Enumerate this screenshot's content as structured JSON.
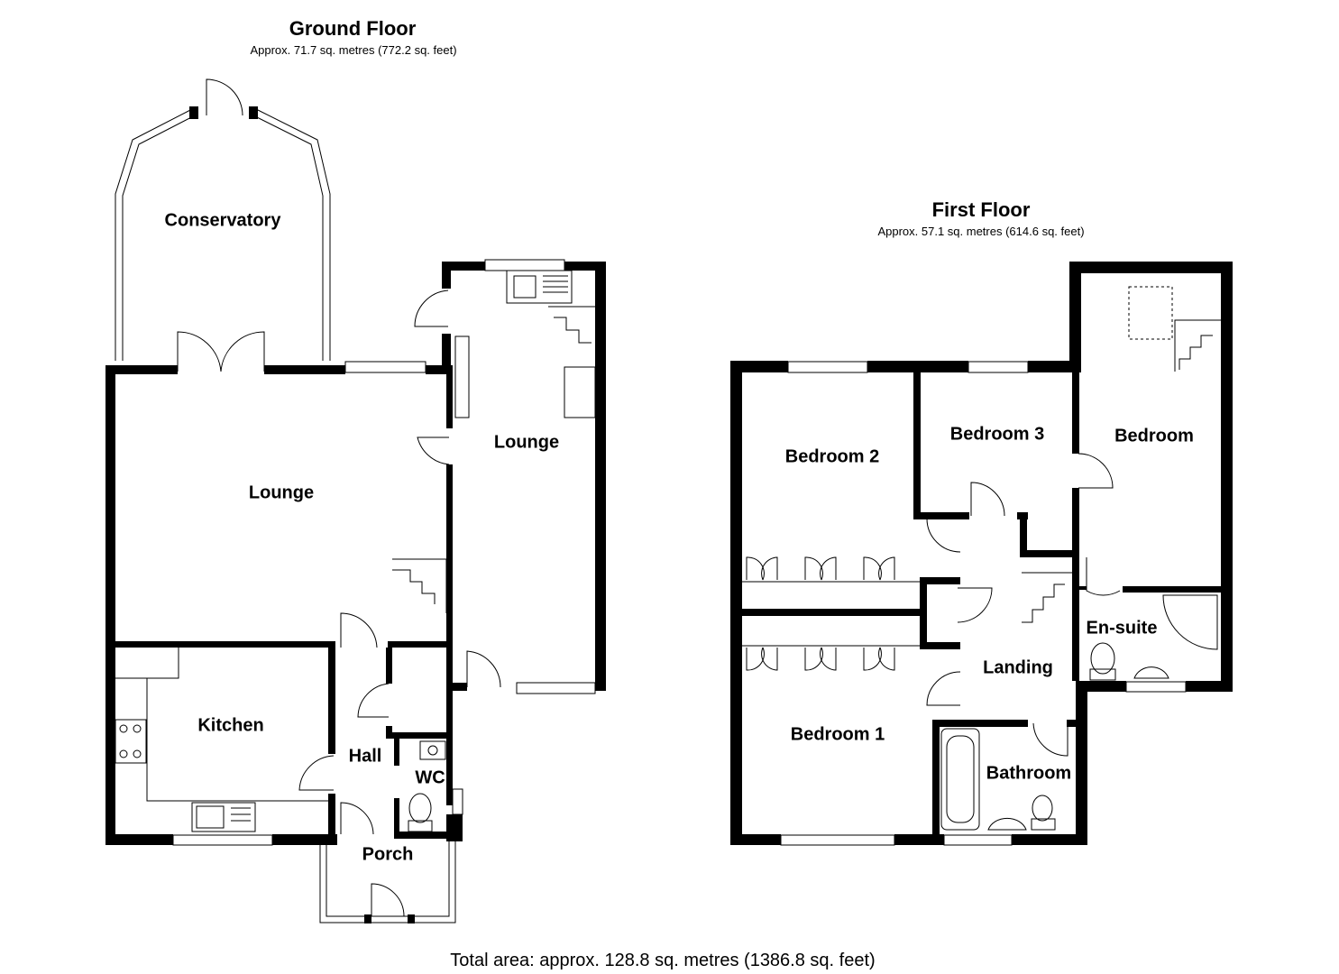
{
  "ground_floor": {
    "title": "Ground Floor",
    "area": "Approx. 71.7 sq. metres (772.2 sq. feet)",
    "rooms": {
      "conservatory": "Conservatory",
      "lounge_main": "Lounge",
      "lounge_side": "Lounge",
      "kitchen": "Kitchen",
      "hall": "Hall",
      "wc": "WC",
      "porch": "Porch"
    }
  },
  "first_floor": {
    "title": "First Floor",
    "area": "Approx. 57.1 sq. metres (614.6 sq. feet)",
    "rooms": {
      "bedroom2": "Bedroom 2",
      "bedroom3": "Bedroom 3",
      "bedroom": "Bedroom",
      "bedroom1": "Bedroom 1",
      "landing": "Landing",
      "ensuite": "En-suite",
      "bathroom": "Bathroom"
    }
  },
  "total_area": "Total area: approx. 128.8 sq. metres (1386.8 sq. feet)"
}
